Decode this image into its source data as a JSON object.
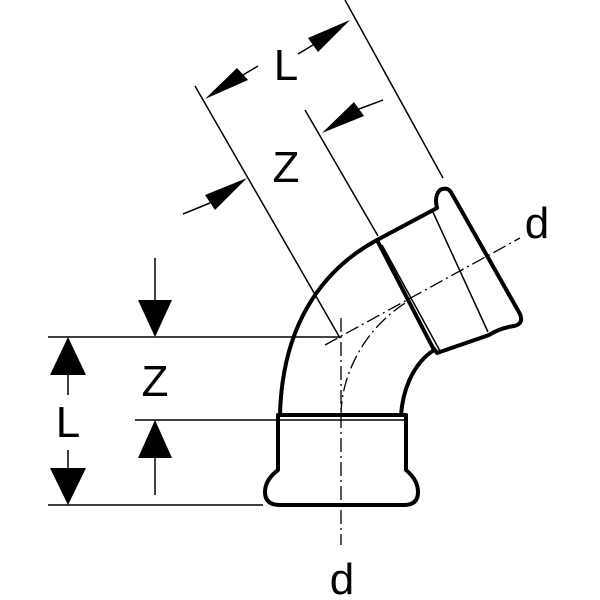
{
  "labels": {
    "top_length": "L",
    "top_z": "Z",
    "top_diameter": "d",
    "left_z": "Z",
    "left_length": "L",
    "bottom_diameter": "d"
  },
  "colors": {
    "stroke": "#000000",
    "background": "#ffffff"
  }
}
